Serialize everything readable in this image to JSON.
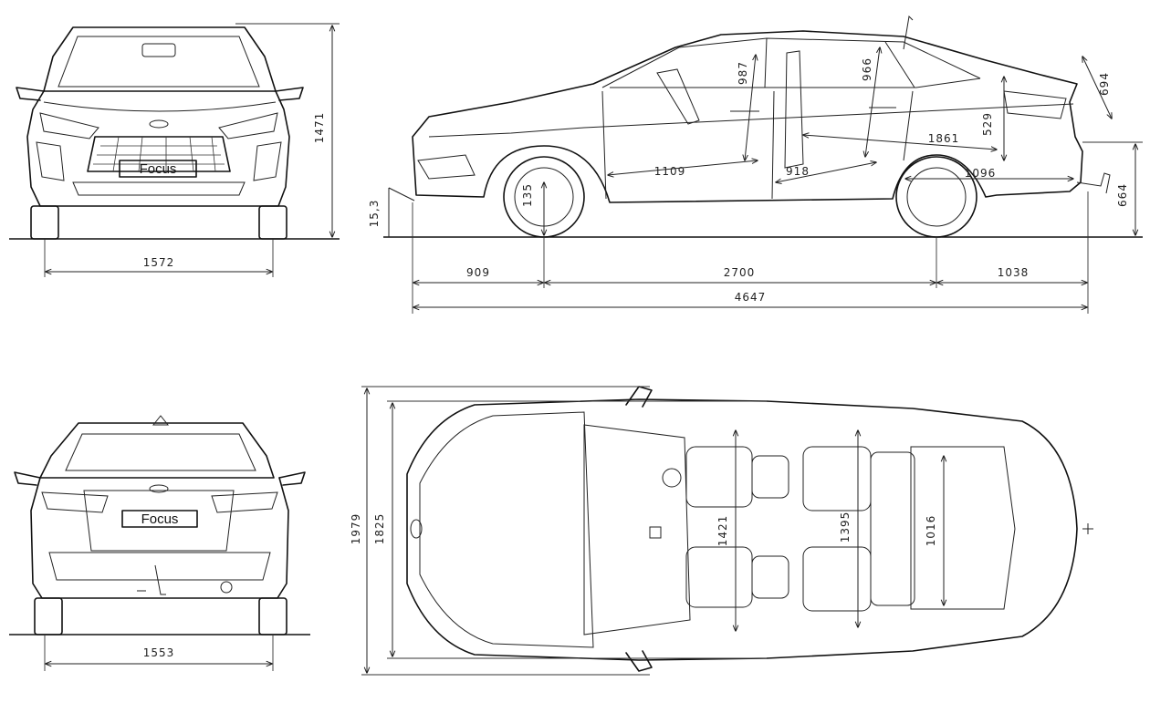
{
  "badges": {
    "front": "Focus",
    "rear": "Focus"
  },
  "dimensions": {
    "front_height": "1471",
    "front_track": "1572",
    "rear_track": "1553",
    "approach_angle": "15,3",
    "ground_clearance": "135",
    "front_headroom": "987",
    "rear_headroom": "966",
    "roof_to_boot": "694",
    "boot_height": "529",
    "front_legroom": "1109",
    "rear_legroom": "918",
    "load_length": "1861",
    "boot_length": "1096",
    "tow_height": "664",
    "front_overhang": "909",
    "wheelbase": "2700",
    "rear_overhang": "1038",
    "overall_length": "4647",
    "width_with_mirrors": "1979",
    "body_width": "1825",
    "front_shoulder": "1421",
    "rear_shoulder": "1395",
    "boot_width": "1016"
  }
}
